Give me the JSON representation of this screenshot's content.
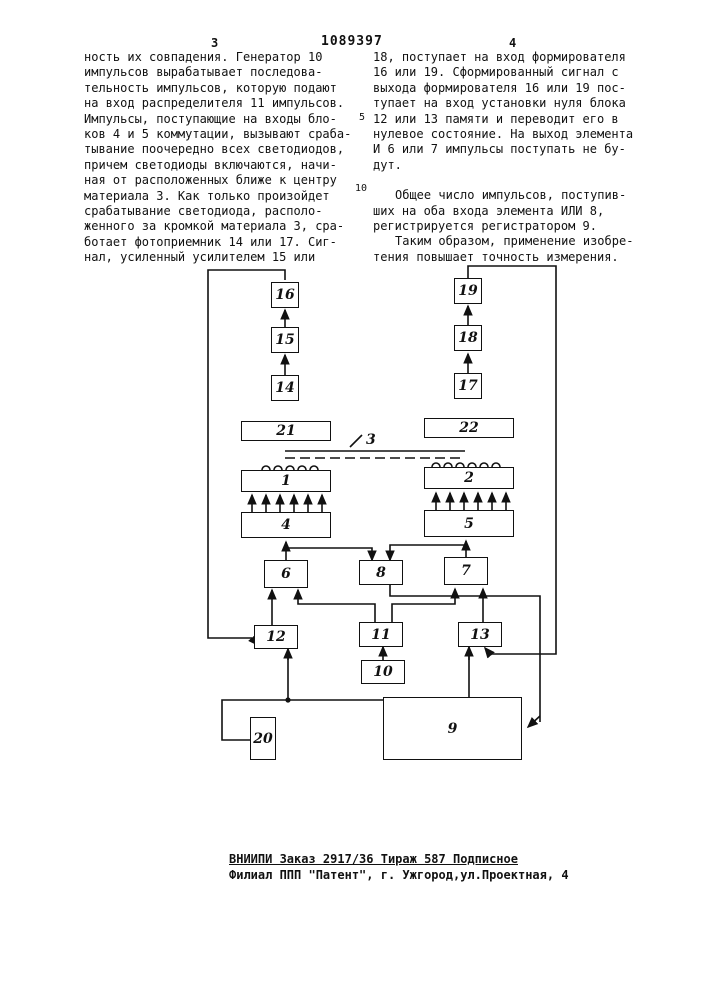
{
  "header": {
    "page_left": "3",
    "doc_number": "1089397",
    "page_right": "4"
  },
  "left_column": [
    "ность их совпадения. Генератор 10",
    "импульсов вырабатывает последова-",
    "тельность импульсов, которую подают",
    "на вход распределителя 11 импульсов.",
    "Импульсы, поступающие на входы бло-",
    "ков 4 и 5 коммутации, вызывают сраба-",
    "тывание поочередно всех светодиодов,",
    "причем светодиоды включаются, начи-",
    "ная от расположенных ближе к центру",
    "материала 3. Как только произойдет",
    "срабатывание светодиода, располо-",
    "женного за кромкой материала 3, сра-",
    "ботает фотоприемник 14 или 17. Сиг-",
    "нал, усиленный усилителем 15 или"
  ],
  "right_column": [
    "18, поступает на вход формирователя",
    "16 или 19. Сформированный сигнал с",
    "выхода формирователя 16 или 19 пос-",
    "тупает на вход установки нуля блока",
    "12 или 13 памяти и переводит его в",
    "нулевое состояние. На выход элемента",
    "И 6 или 7 импульсы поступать не бу-",
    "дут.",
    "",
    "Общее число импульсов, поступив-",
    "ших на оба входа элемента ИЛИ 8,",
    "регистрируется регистратором 9.",
    "Таким образом, применение изобре-",
    "тения повышает точность измерения."
  ],
  "line_numbers": [
    "5",
    "10"
  ],
  "diagram": {
    "blocks": {
      "b1": "1",
      "b2": "2",
      "b3": "3",
      "b4": "4",
      "b5": "5",
      "b6": "6",
      "b7": "7",
      "b8": "8",
      "b9": "9",
      "b10": "10",
      "b11": "11",
      "b12": "12",
      "b13": "13",
      "b14": "14",
      "b15": "15",
      "b16": "16",
      "b17": "17",
      "b18": "18",
      "b19": "19",
      "b20": "20",
      "b21": "21",
      "b22": "22"
    },
    "material_label": "3"
  },
  "footer": {
    "line1": "ВНИИПИ  Заказ 2917/36    Тираж 587   Подписное",
    "line2": "Филиал ППП \"Патент\", г. Ужгород,ул.Проектная, 4"
  }
}
